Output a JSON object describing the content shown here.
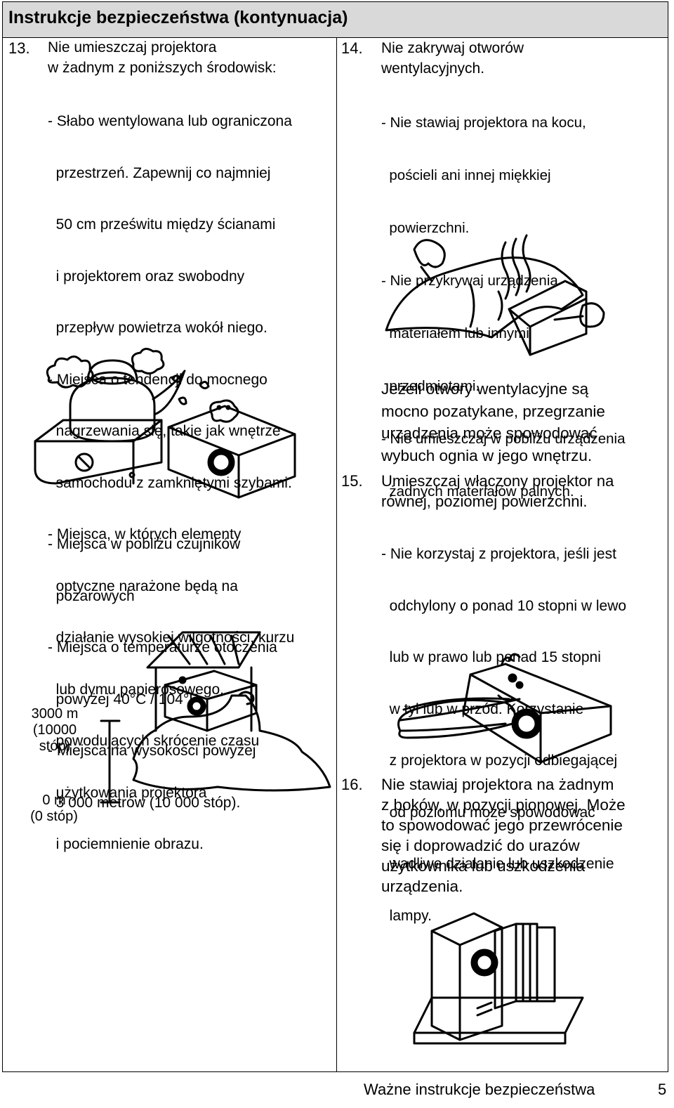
{
  "header": {
    "title": "Instrukcje bezpieczeństwa (kontynuacja)"
  },
  "item13": {
    "number": "13.",
    "intro": [
      "Nie umieszczaj projektora",
      "w żadnym z poniższych środowisk:"
    ],
    "bullets_a": [
      "- Słabo wentylowana lub ograniczona",
      "  przestrzeń. Zapewnij co najmniej",
      "  50 cm prześwitu między ścianami",
      "  i projektorem oraz swobodny",
      "  przepływ powietrza wokół niego.",
      "- Miejsca o tendencji do mocnego",
      "  nagrzewania się, takie jak wnętrze",
      "  samochodu z zamkniętymi szybami.",
      "- Miejsca, w których elementy",
      "  optyczne narażone będą na",
      "  działanie wysokiej wilgotności, kurzu",
      "  lub dymu papierosowego,",
      "  powodujących skrócenie czasu",
      "  użytkowania projektora",
      "  i pociemnienie obrazu."
    ],
    "bullets_b": [
      "- Miejsca w pobliżu czujników",
      "  pożarowych",
      "- Miejsca o temperaturze otoczenia",
      "  powyżej 40°C / 104°F",
      "- Miejsca na wysokości powyżej",
      "  3 000 metrów (10 000 stóp)."
    ],
    "altitude_top": [
      "3000 m",
      "(10000",
      "stóp)"
    ],
    "altitude_bottom": [
      "0 m",
      "(0 stóp)"
    ]
  },
  "item14": {
    "number": "14.",
    "intro": [
      "Nie zakrywaj otworów",
      "wentylacyjnych."
    ],
    "bullets": [
      "- Nie stawiaj projektora na kocu,",
      "  pościeli ani innej miękkiej",
      "  powierzchni.",
      "- Nie przykrywaj urządzenia",
      "  materiałem lub innymi",
      "  przedmiotami.",
      "- Nie umieszczaj w pobliżu urządzenia",
      "  żadnych materiałów palnych."
    ],
    "warning": [
      "Jeżeli otwory wentylacyjne są",
      "mocno pozatykane, przegrzanie",
      "urządzenia może spowodować",
      "wybuch ognia w jego wnętrzu."
    ]
  },
  "item15": {
    "number": "15.",
    "intro": [
      "Umieszczaj włączony projektor na",
      "równej, poziomej powierzchni."
    ],
    "bullets": [
      "- Nie korzystaj z projektora, jeśli jest",
      "  odchylony o ponad 10 stopni w lewo",
      "  lub w prawo lub ponad 15 stopni",
      "  w tył lub w przód. Korzystanie",
      "  z projektora w pozycji odbiegającej",
      "  od poziomu może spowodować",
      "  wadliwe działanie lub uszkodzenie",
      "  lampy."
    ]
  },
  "item16": {
    "number": "16.",
    "text": [
      "Nie stawiaj projektora na żadnym",
      "z boków, w pozycji pionowej. Może",
      "to spowodować jego przewrócenie",
      "się i doprowadzić do urazów",
      "użytkownika lub uszkodzenia",
      "urządzenia."
    ]
  },
  "footer": {
    "section": "Ważne instrukcje bezpieczeństwa",
    "page": "5"
  }
}
